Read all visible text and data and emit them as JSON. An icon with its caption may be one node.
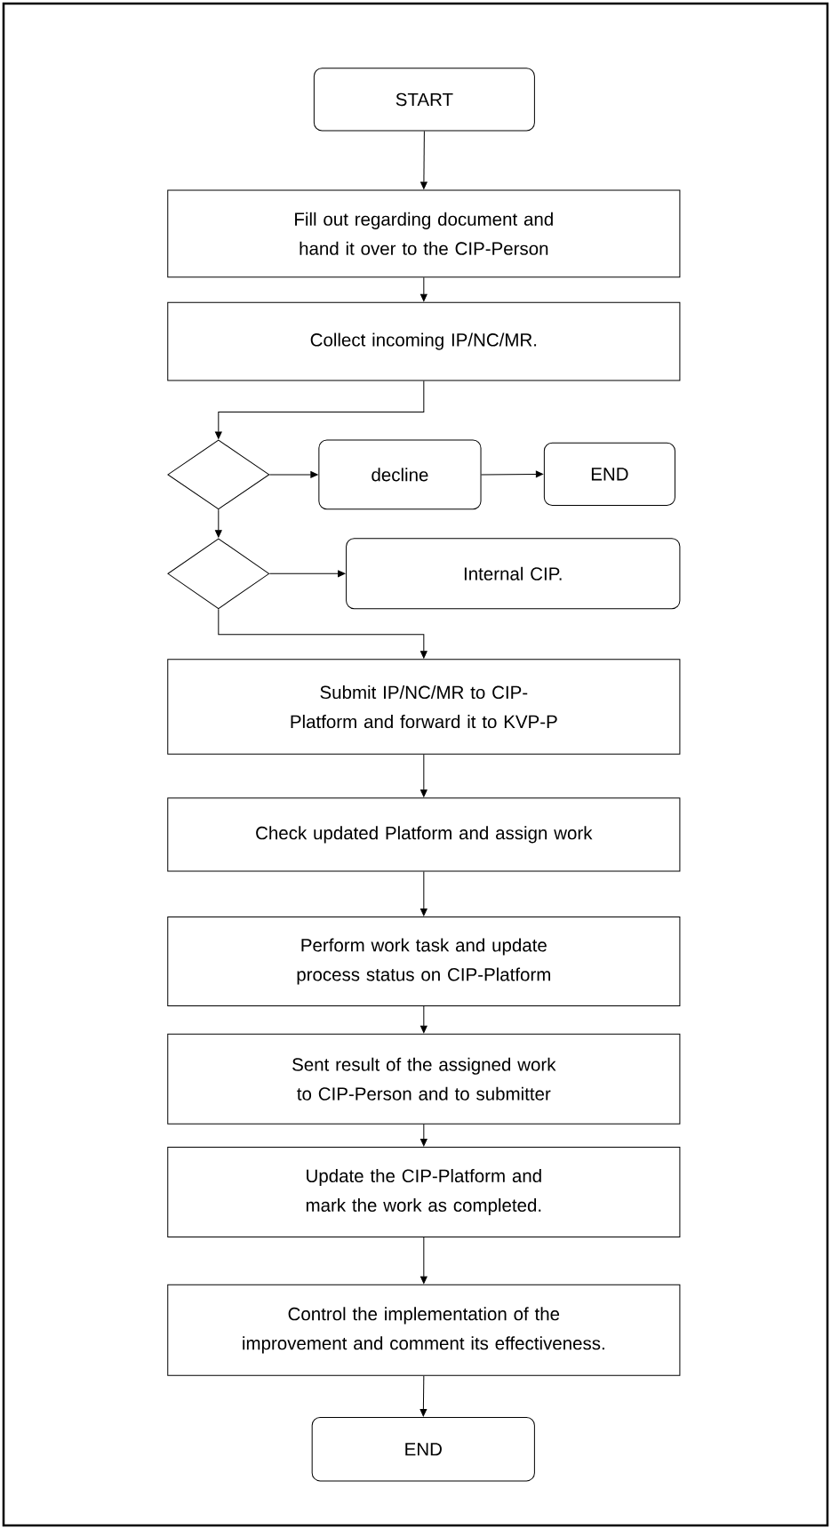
{
  "diagram": {
    "nodes": [
      {
        "text": [
          "START"
        ]
      },
      {
        "text": [
          "Fill out regarding document and hand it over to the CIP-Person"
        ]
      },
      {
        "text": [
          "Collect incoming IP/NC/MR."
        ]
      },
      {
        "text": [],
        "shape": "diamond"
      },
      {
        "text": [
          "decline"
        ]
      },
      {
        "text": [
          "END"
        ]
      },
      {
        "text": [],
        "shape": "diamond"
      },
      {
        "text": [
          "Internal CIP."
        ]
      },
      {
        "text": [
          "Submit IP/NC/MR to CIP-Platform and forward it to KVP-P"
        ]
      },
      {
        "text": [
          "Check updated Platform and assign work"
        ]
      },
      {
        "text": [
          "Perform work task and update process status on CIP-Platform"
        ]
      },
      {
        "text": [
          "Sent result of the assigned work to CIP-Person and to submitter"
        ]
      },
      {
        "text": [
          "Update the CIP-Platform and mark the work as completed."
        ]
      },
      {
        "text": [
          "Control the implementation of the improvement and comment its effectiveness."
        ]
      },
      {
        "text": [
          "END"
        ]
      }
    ],
    "edges": [
      {
        "from": 0,
        "to": 1,
        "arrow": "to"
      },
      {
        "from": 1,
        "to": 2,
        "arrow": "to"
      },
      {
        "from": 2,
        "to": 3,
        "arrow": "to"
      },
      {
        "from": 3,
        "to": 4,
        "arrow": "to"
      },
      {
        "from": 4,
        "to": 5,
        "arrow": "to"
      },
      {
        "from": 3,
        "to": 6,
        "arrow": "to"
      },
      {
        "from": 6,
        "to": 7,
        "arrow": "to"
      },
      {
        "from": 6,
        "to": 8,
        "arrow": "to"
      },
      {
        "from": 8,
        "to": 9,
        "arrow": "to"
      },
      {
        "from": 9,
        "to": 10,
        "arrow": "to"
      },
      {
        "from": 10,
        "to": 11,
        "arrow": "to"
      },
      {
        "from": 11,
        "to": 12,
        "arrow": "to"
      },
      {
        "from": 12,
        "to": 13,
        "arrow": "to"
      },
      {
        "from": 13,
        "to": 14,
        "arrow": "to"
      }
    ]
  }
}
